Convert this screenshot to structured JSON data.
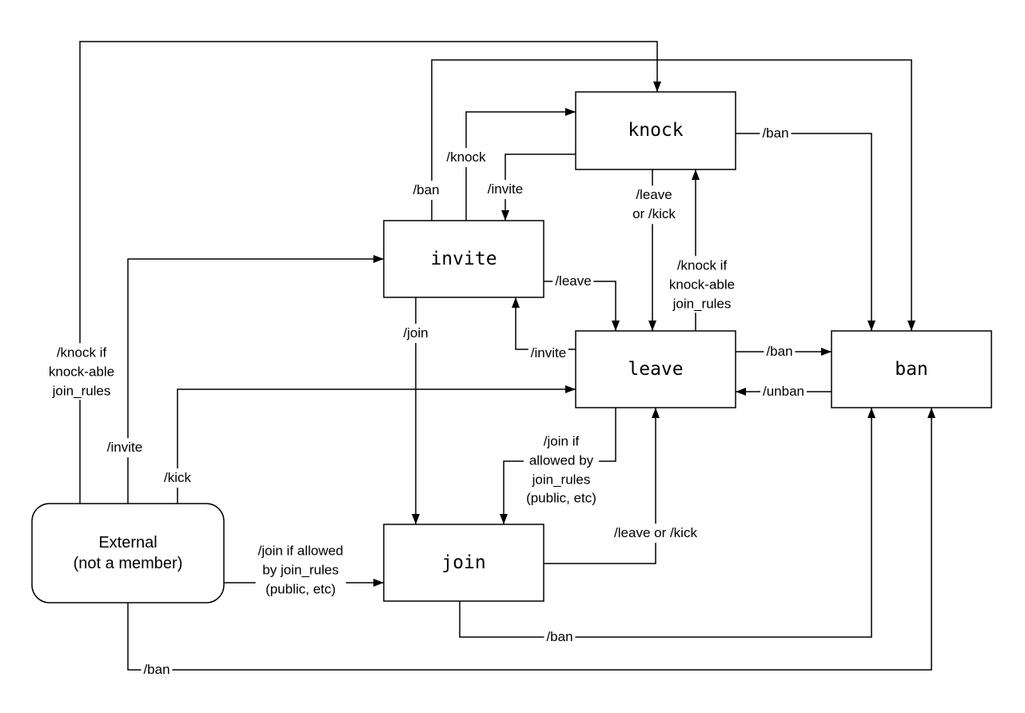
{
  "diagram": {
    "type": "state-diagram",
    "colors": {
      "stroke": "#000000",
      "node_fill": "#ffffff",
      "background": "#ffffff",
      "text": "#000000"
    },
    "nodes": {
      "knock": {
        "label": "knock"
      },
      "invite": {
        "label": "invite"
      },
      "leave": {
        "label": "leave"
      },
      "ban": {
        "label": "ban"
      },
      "join": {
        "label": "join"
      },
      "external": {
        "line1": "External",
        "line2": "(not a member)"
      }
    },
    "edges": {
      "external_to_knock": {
        "from": "external",
        "to": "knock",
        "lines": [
          "/knock if",
          "knock-able",
          "join_rules"
        ]
      },
      "external_to_invite": {
        "from": "external",
        "to": "invite",
        "lines": [
          "/invite"
        ]
      },
      "external_to_leave": {
        "from": "external",
        "to": "leave",
        "lines": [
          "/kick"
        ]
      },
      "external_to_ban": {
        "from": "external",
        "to": "ban",
        "lines": [
          "/ban"
        ]
      },
      "external_to_join": {
        "from": "external",
        "to": "join",
        "lines": [
          "/join if allowed",
          "by join_rules",
          "(public, etc)"
        ]
      },
      "invite_to_knock": {
        "from": "invite",
        "to": "knock",
        "lines": [
          "/knock"
        ]
      },
      "knock_to_invite": {
        "from": "knock",
        "to": "invite",
        "lines": [
          "/invite"
        ]
      },
      "invite_to_ban": {
        "from": "invite",
        "to": "ban",
        "lines": [
          "/ban"
        ]
      },
      "knock_to_ban": {
        "from": "knock",
        "to": "ban",
        "lines": [
          "/ban"
        ]
      },
      "knock_to_leave": {
        "from": "knock",
        "to": "leave",
        "lines": [
          "/leave",
          "or /kick"
        ]
      },
      "leave_to_knock": {
        "from": "leave",
        "to": "knock",
        "lines": [
          "/knock if",
          "knock-able",
          "join_rules"
        ]
      },
      "invite_to_leave": {
        "from": "invite",
        "to": "leave",
        "lines": [
          "/leave"
        ]
      },
      "leave_to_invite": {
        "from": "leave",
        "to": "invite",
        "lines": [
          "/invite"
        ]
      },
      "invite_to_join": {
        "from": "invite",
        "to": "join",
        "lines": [
          "/join"
        ]
      },
      "leave_to_ban": {
        "from": "leave",
        "to": "ban",
        "lines": [
          "/ban"
        ]
      },
      "ban_to_leave": {
        "from": "ban",
        "to": "leave",
        "lines": [
          "/unban"
        ]
      },
      "leave_to_join": {
        "from": "leave",
        "to": "join",
        "lines": [
          "/join if",
          "allowed by",
          "join_rules",
          "(public, etc)"
        ]
      },
      "join_to_leave": {
        "from": "join",
        "to": "leave",
        "lines": [
          "/leave or /kick"
        ]
      },
      "join_to_ban": {
        "from": "join",
        "to": "ban",
        "lines": [
          "/ban"
        ]
      }
    }
  }
}
